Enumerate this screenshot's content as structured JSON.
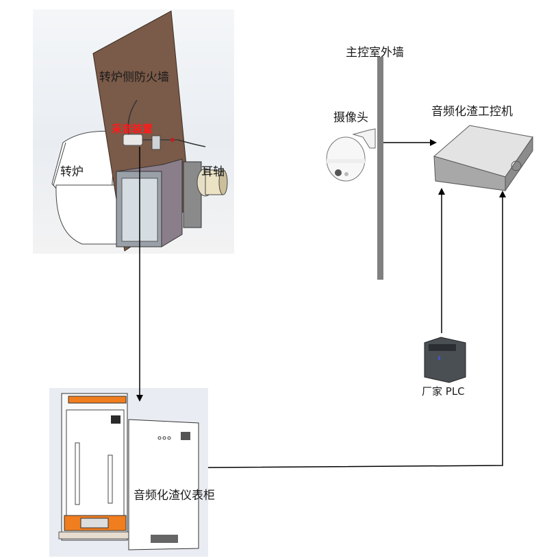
{
  "diagram": {
    "title": "Audio-based slag detection system layout",
    "scene_top_left": {
      "converter_label": "转炉",
      "firewall_label": "转炉侧防火墙",
      "sound_device_label": "采音装置",
      "trunnion_label": "耳轴"
    },
    "main_control_room": {
      "wall_label": "主控室外墙",
      "camera_label": "摄像头",
      "ipc_label": "音频化渣工控机"
    },
    "plc": {
      "label": "厂家 PLC"
    },
    "instrument_cabinet": {
      "label": "音频化渣仪表柜"
    },
    "connections": [
      {
        "from": "采音装置",
        "to": "音频化渣仪表柜",
        "direction": "down"
      },
      {
        "from": "摄像头",
        "to": "音频化渣工控机",
        "direction": "right"
      },
      {
        "from": "厂家 PLC",
        "to": "音频化渣工控机",
        "direction": "up"
      },
      {
        "from": "音频化渣仪表柜",
        "to": "音频化渣工控机",
        "direction": "right-then-up"
      }
    ],
    "colors": {
      "firewall": "#7a5a48",
      "sound_label": "#ff1a1a",
      "wall": "#808080",
      "line": "#000000",
      "cabinet_accent": "#f07d1e"
    }
  }
}
